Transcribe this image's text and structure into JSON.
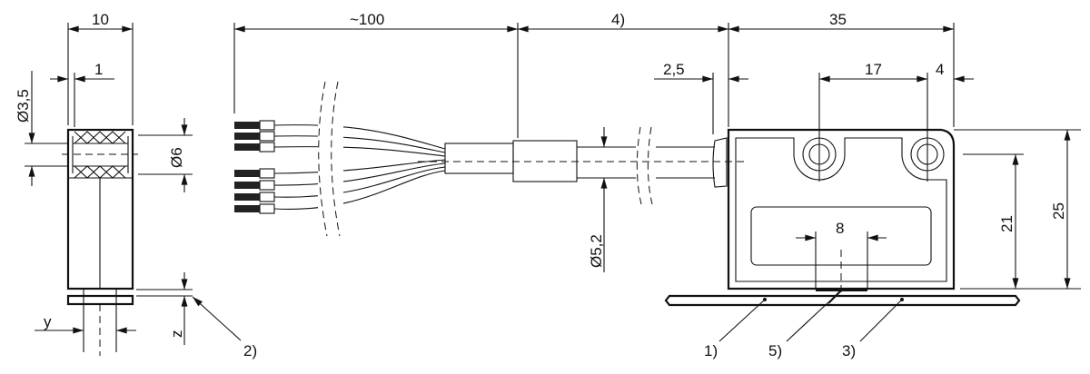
{
  "side_view": {
    "width": "10",
    "wall": "1",
    "bore_diameter": "Ø3,5",
    "outer_diameter": "Ø6",
    "offset_y": "y",
    "offset_z": "z",
    "callout_2": "2)"
  },
  "front_view": {
    "cable_length": "~100",
    "callout_4": "4)",
    "housing_length": "35",
    "nub": "2,5",
    "hole_spacing": "17",
    "hole_edge": "4",
    "cable_diameter": "Ø5,2",
    "sensor_width": "8",
    "hole_height": "21",
    "housing_height": "25",
    "callout_1": "1)",
    "callout_5": "5)",
    "callout_3": "3)"
  }
}
